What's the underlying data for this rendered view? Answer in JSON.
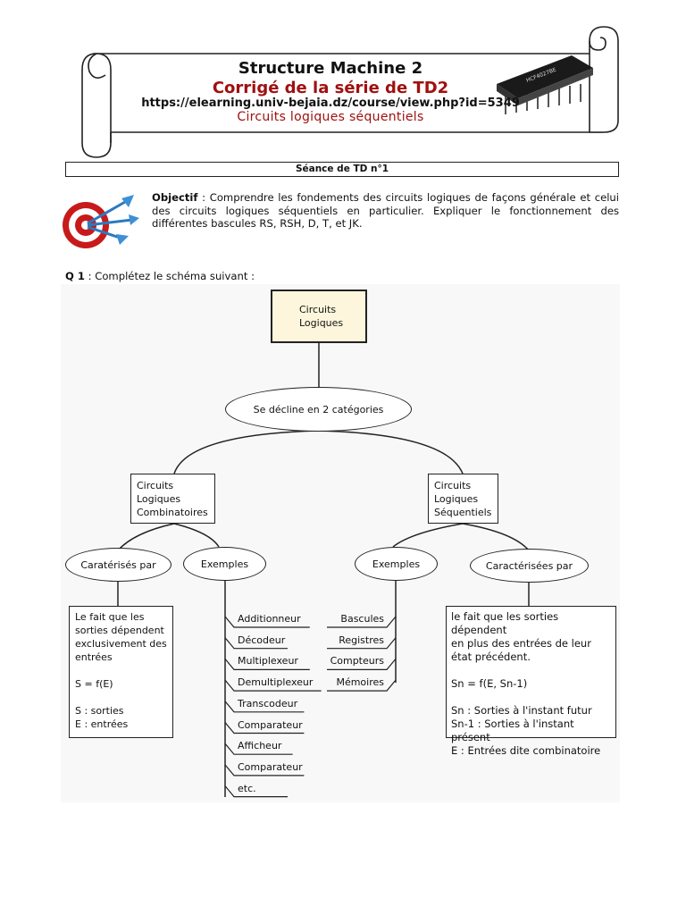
{
  "header": {
    "title": "Structure Machine 2",
    "subtitle": "Corrigé de la série de TD2",
    "url": "https://elearning.univ-bejaia.dz/course/view.php?id=5349",
    "topic": "Circuits logiques séquentiels"
  },
  "session": "Séance de TD n°1",
  "objective": {
    "label": "Objectif",
    "text": " : Comprendre les fondements des circuits logiques de façons générale et celui des circuits logiques séquentiels en particulier. Expliquer le fonctionnement des différentes bascules RS, RSH, D, T, et JK."
  },
  "question": {
    "label": "Q 1",
    "text": " : Complétez le schéma suivant :"
  },
  "diagram": {
    "root_lines": [
      "Circuits",
      "Logiques"
    ],
    "decline": "Se décline en 2 catégories",
    "comb_lines": [
      "Circuits",
      "Logiques",
      "Combinatoires"
    ],
    "seq_lines": [
      "Circuits",
      "Logiques",
      "Séquentiels"
    ],
    "comb_char_label": "Caratérisés par",
    "comb_examples_label": "Exemples",
    "seq_examples_label": "Exemples",
    "seq_char_label": "Caractérisées par",
    "comb_desc": [
      "Le fait que les",
      "sorties dépendent",
      "exclusivement des",
      "entrées",
      "",
      "S = f(E)",
      "",
      "S : sorties",
      "E : entrées"
    ],
    "comb_examples": [
      "Additionneur",
      "Décodeur",
      "Multiplexeur",
      "Demultiplexeur",
      "Transcodeur",
      "Comparateur",
      "Afficheur",
      "Comparateur",
      "etc."
    ],
    "seq_examples": [
      "Bascules",
      "Registres",
      "Compteurs",
      "Mémoires"
    ],
    "seq_desc": [
      "le fait que les sorties dépendent",
      "en plus  des entrées de leur",
      "état précédent.",
      "",
      "Sn = f(E, Sn-1)",
      "",
      "Sn : Sorties à l'instant futur",
      "Sn-1 : Sorties à l'instant présent",
      "E : Entrées dite combinatoire"
    ]
  },
  "chip_label": "HCF4027BE"
}
